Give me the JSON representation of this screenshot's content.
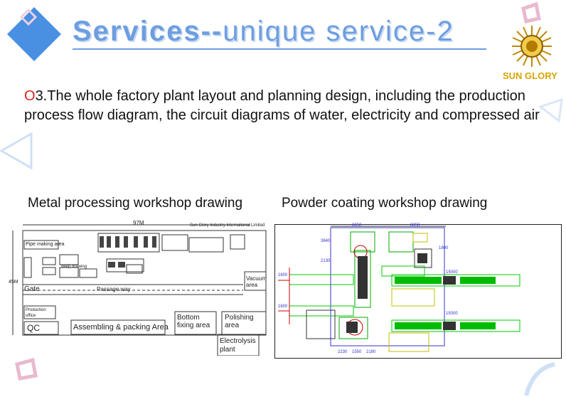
{
  "slide": {
    "title_bold": "Services--",
    "title_rest": "unique service-2",
    "logo_text": "SUN GLORY",
    "bullet_symbol": "O",
    "body": "3.The whole factory plant layout and planning design, including the production process flow diagram, the circuit diagrams of water, electricity and compressed air",
    "captions": {
      "left": "Metal processing workshop drawing",
      "right": "Powder coating workshop drawing"
    },
    "colors": {
      "title": "#6d9ee0",
      "logo": "#d8a400",
      "bullet": "#dd2222",
      "deco_blue": "#4a90e2",
      "deco_pink": "#e9b9cf"
    }
  },
  "drawing_left": {
    "dimension": "97M",
    "company": "Sun Glory Industry International Limited",
    "side_dimension": "45M",
    "areas": {
      "pipe": "Pipe making area",
      "deep": "deep drawing",
      "gate": "Gate",
      "passage": "Passage way",
      "vacuum": "Vacuum area",
      "production": "Production office",
      "qc": "QC",
      "assembling": "Assembling & packing Area",
      "bottom": "Bottom fixing area",
      "polishing": "Polishing area",
      "electrolysis": "Electrolysis plant"
    }
  },
  "drawing_right": {
    "dims": [
      "8850",
      "8850",
      "15000",
      "15000",
      "2230",
      "1550",
      "2180",
      "3840",
      "2130",
      "1600",
      "1600",
      "1800"
    ]
  }
}
